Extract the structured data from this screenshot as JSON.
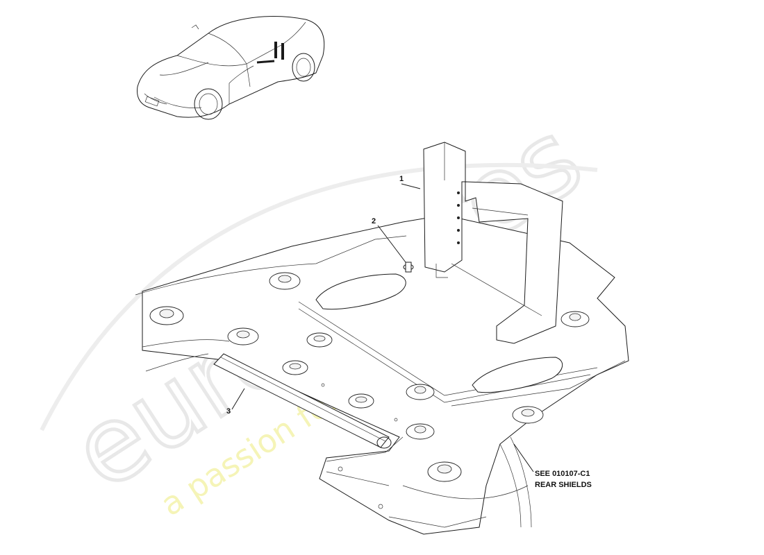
{
  "watermark": {
    "brand": "eurospares",
    "tagline": "a passion for parts since 1985",
    "colors": {
      "brand": "#e6e6e6",
      "tagline": "#f4f3b0"
    }
  },
  "callouts": [
    {
      "id": "1",
      "label": "1"
    },
    {
      "id": "2",
      "label": "2"
    },
    {
      "id": "3",
      "label": "3"
    }
  ],
  "reference_note": {
    "line1": "SEE 010107-C1",
    "line2": "REAR SHIELDS"
  }
}
